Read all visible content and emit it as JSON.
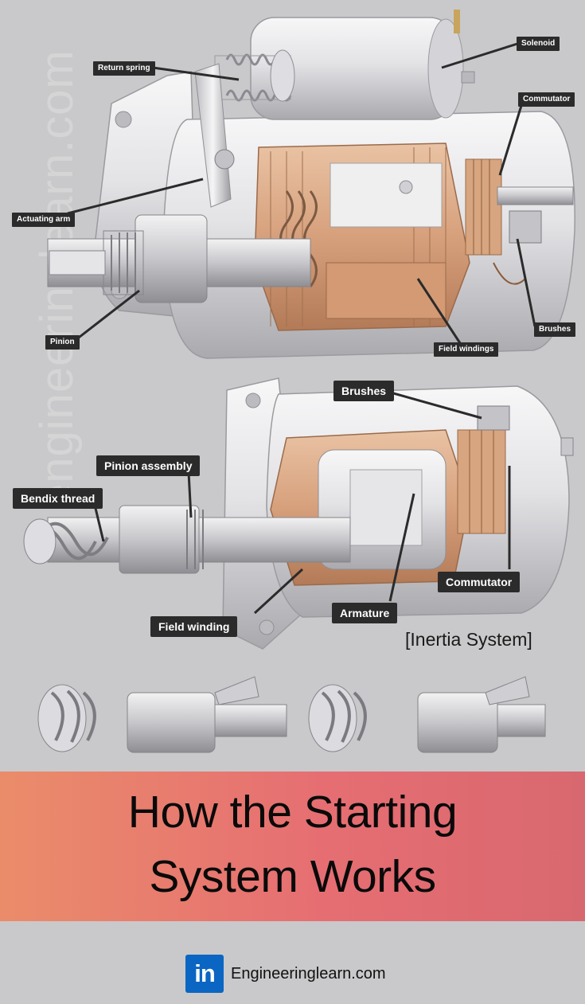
{
  "watermark": "engineeringlearn.com",
  "top_diagram": {
    "labels": {
      "solenoid": "Solenoid",
      "return_spring": "Return spring",
      "commutator": "Commutator",
      "actuating_arm": "Actuating arm",
      "brushes": "Brushes",
      "pinion": "Pinion",
      "field_windings": "Field windings"
    }
  },
  "middle_diagram": {
    "labels": {
      "brushes": "Brushes",
      "pinion_assembly": "Pinion assembly",
      "bendix_thread": "Bendix thread",
      "commutator": "Commutator",
      "armature": "Armature",
      "field_winding": "Field winding"
    },
    "caption": "[Inertia System]"
  },
  "title": {
    "line1": "How the Starting",
    "line2": "System Works"
  },
  "footer": {
    "logo_text": "in",
    "url": "Engineeringlearn.com"
  },
  "colors": {
    "background": "#c9c9cb",
    "callout_bg": "#2b2b2b",
    "banner_start": "#ea8c6a",
    "banner_end": "#d8686f",
    "linkedin_blue": "#0a66c2",
    "copper": "#d9a985"
  }
}
